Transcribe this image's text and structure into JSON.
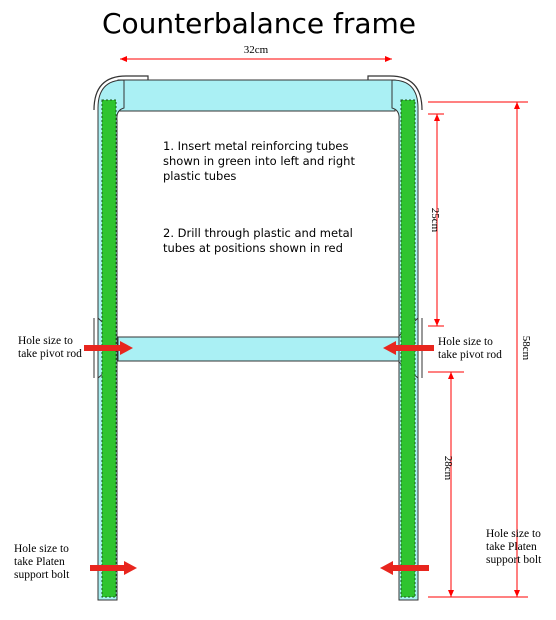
{
  "title": "Counterbalance frame",
  "dimensions": {
    "top_width": "32cm",
    "upper_height": "25cm",
    "total_height": "58cm",
    "lower_height": "28cm"
  },
  "instructions": {
    "step1": [
      "1. Insert metal reinforcing tubes",
      "shown in green into left and right",
      "plastic tubes"
    ],
    "step2": [
      "2. Drill through plastic and metal",
      "tubes at positions shown in red"
    ]
  },
  "hole_labels": {
    "pivot_left": [
      "Hole size to",
      "take pivot rod"
    ],
    "pivot_right": [
      "Hole size to",
      "take pivot rod"
    ],
    "platen_left": [
      "Hole size to",
      "take Platen",
      "support bolt"
    ],
    "platen_right": [
      "Hole size to",
      "take Platen",
      "support bolt"
    ]
  },
  "colors": {
    "plastic_tube": "#aaf0f4",
    "metal_tube": "#2fc42f",
    "drill_marker": "#e8251e",
    "dimension_line": "#ff0000",
    "outline": "#333333"
  }
}
